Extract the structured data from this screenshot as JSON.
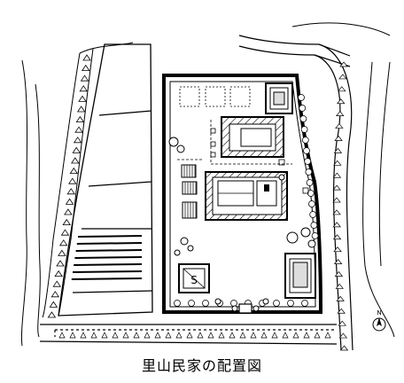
{
  "caption": "里山民家の配置図",
  "north_label": "N",
  "garage_mark": "S",
  "colors": {
    "ink": "#000000",
    "paper": "#ffffff",
    "building_fill": "#dddddd"
  }
}
